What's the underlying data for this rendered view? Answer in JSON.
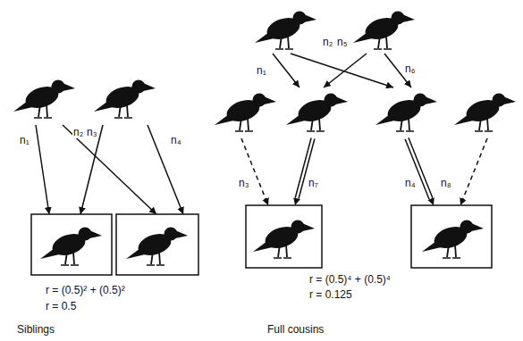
{
  "diagram": {
    "labels": [
      "n₂",
      "n₃",
      "n₁",
      "n₄",
      "r = (0.5)² + (0.5)²",
      "r = 0.5",
      "Siblings",
      "n₂",
      "n₅",
      "n₁",
      "n₆",
      "n₃",
      "n₇",
      "n₈",
      "n₄",
      "r = (0.5)⁴ + (0.5)⁴",
      "r = 0.125",
      "Full cousins"
    ]
  }
}
